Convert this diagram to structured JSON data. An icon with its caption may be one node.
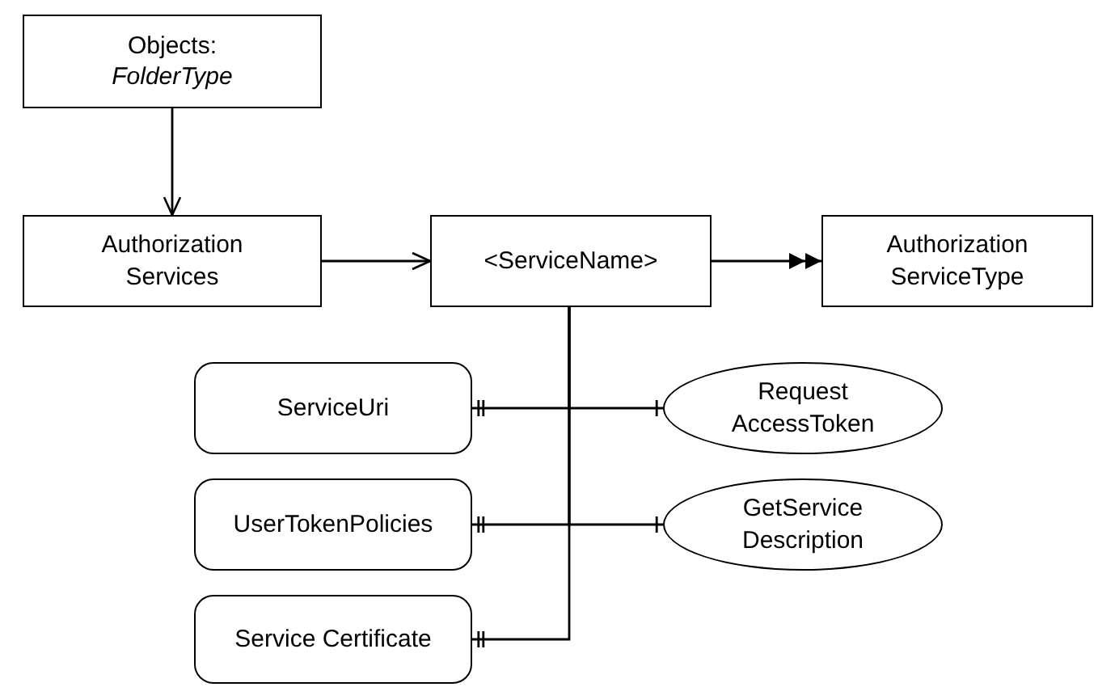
{
  "diagram": {
    "nodes": [
      {
        "text": [
          "Objects:",
          "FolderType"
        ]
      },
      {
        "text": [
          "Authorization Services"
        ]
      },
      {
        "text": [
          "<ServiceName>"
        ]
      },
      {
        "text": [
          "Authorization ServiceType"
        ]
      },
      {
        "text": [
          "ServiceUri"
        ]
      },
      {
        "text": [
          "UserTokenPolicies"
        ]
      },
      {
        "text": [
          "Service Certificate"
        ]
      },
      {
        "text": [
          "Request AccessToken"
        ]
      },
      {
        "text": [
          "GetService Description"
        ]
      }
    ],
    "edges": [
      {
        "from": 0,
        "to": 1,
        "arrow": "to"
      },
      {
        "from": 1,
        "to": 2,
        "arrow": "to"
      },
      {
        "from": 2,
        "to": 3,
        "arrow": "to"
      },
      {
        "from": 2,
        "to": 4,
        "arrow": "other"
      },
      {
        "from": 2,
        "to": 7,
        "arrow": "other"
      },
      {
        "from": 2,
        "to": 5,
        "arrow": "other"
      },
      {
        "from": 2,
        "to": 8,
        "arrow": "other"
      },
      {
        "from": 2,
        "to": 6,
        "arrow": "other"
      }
    ]
  }
}
